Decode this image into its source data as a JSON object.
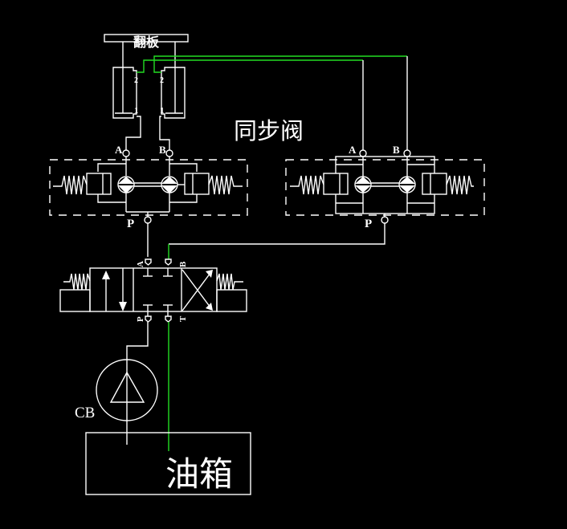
{
  "diagram": {
    "title": "同步阀",
    "flip_plate": "翻板",
    "tank": "油箱",
    "pump": "CB",
    "cylinder_ports": {
      "upper": "2",
      "lower": "1"
    },
    "sync_valve_left": {
      "port_a": "A",
      "port_b": "B",
      "port_p": "P"
    },
    "sync_valve_right": {
      "port_a": "A",
      "port_b": "B",
      "port_p": "P"
    },
    "directional_valve": {
      "port_a": "A",
      "port_b": "B",
      "port_p": "P",
      "port_t": "T"
    },
    "colors": {
      "background": "#000000",
      "line": "#ffffff",
      "highlight": "#22dd22"
    }
  }
}
